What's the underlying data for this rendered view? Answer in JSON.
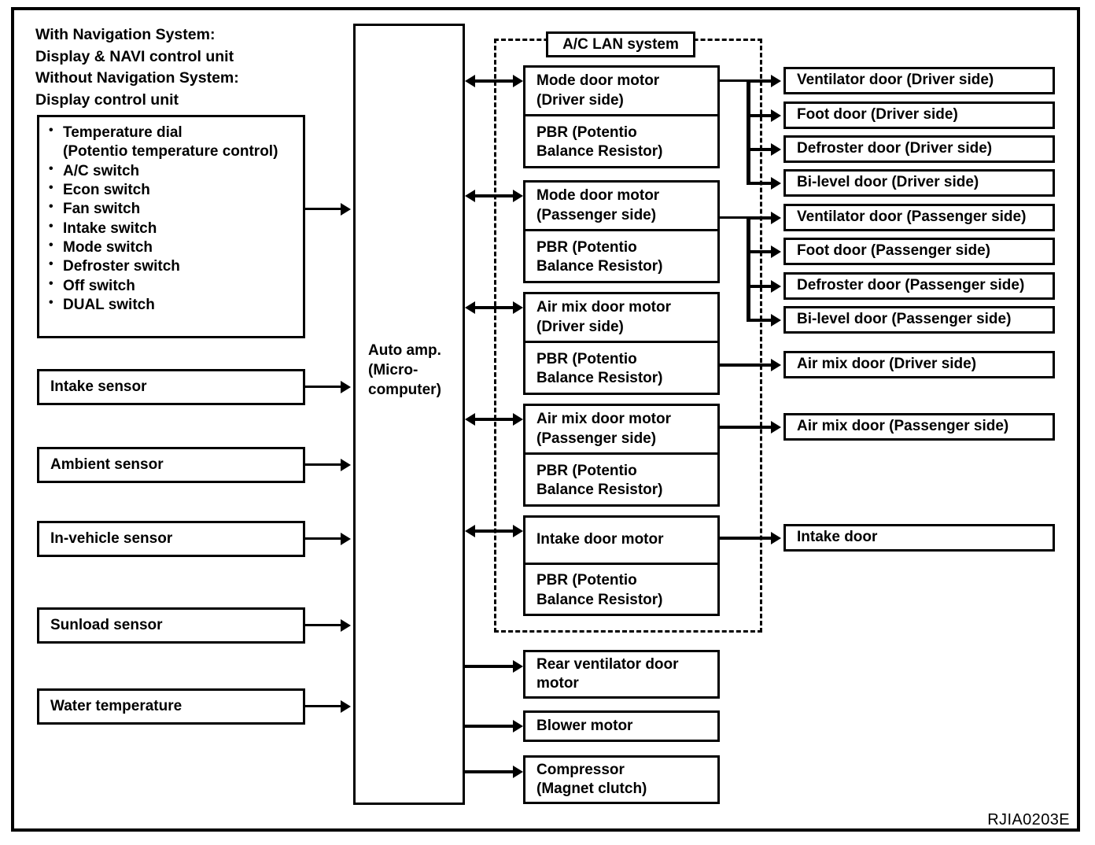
{
  "diagram": {
    "title_note": "With Navigation System:\nDisplay & NAVI control unit\nWithout Navigation System:\nDisplay control unit",
    "reference_code": "RJIA0203E",
    "lan_label": "A/C LAN system",
    "auto_amp": "Auto amp.\n(Micro-\ncomputer)",
    "pbr_label": "PBR (Potentio\nBalance Resistor)"
  },
  "control_unit_items": [
    "Temperature dial\n(Potentio temperature control)",
    "A/C switch",
    "Econ switch",
    "Fan switch",
    "Intake switch",
    "Mode switch",
    "Defroster switch",
    "Off switch",
    "DUAL switch"
  ],
  "sensors": [
    "Intake sensor",
    "Ambient sensor",
    "In-vehicle sensor",
    "Sunload sensor",
    "Water temperature"
  ],
  "motors": [
    {
      "name": "Mode door motor\n(Driver side)",
      "sub": "PBR (Potentio\nBalance Resistor)"
    },
    {
      "name": "Mode door motor\n(Passenger side)",
      "sub": "PBR (Potentio\nBalance Resistor)"
    },
    {
      "name": "Air mix door motor\n(Driver side)",
      "sub": "PBR (Potentio\nBalance Resistor)"
    },
    {
      "name": "Air mix door motor\n(Passenger side)",
      "sub": "PBR (Potentio\nBalance Resistor)"
    },
    {
      "name": "Intake door motor",
      "sub": "PBR (Potentio\nBalance Resistor)"
    }
  ],
  "actuators": [
    "Ventilator door (Driver side)",
    "Foot door (Driver side)",
    "Defroster door (Driver side)",
    "Bi-level door (Driver side)",
    "Ventilator door (Passenger side)",
    "Foot door (Passenger side)",
    "Defroster door (Passenger side)",
    "Bi-level door (Passenger side)",
    "Air mix door (Driver side)",
    "Air mix door (Passenger side)",
    "Intake door"
  ],
  "outputs": [
    "Rear ventilator door\nmotor",
    "Blower motor",
    "Compressor\n(Magnet clutch)"
  ]
}
